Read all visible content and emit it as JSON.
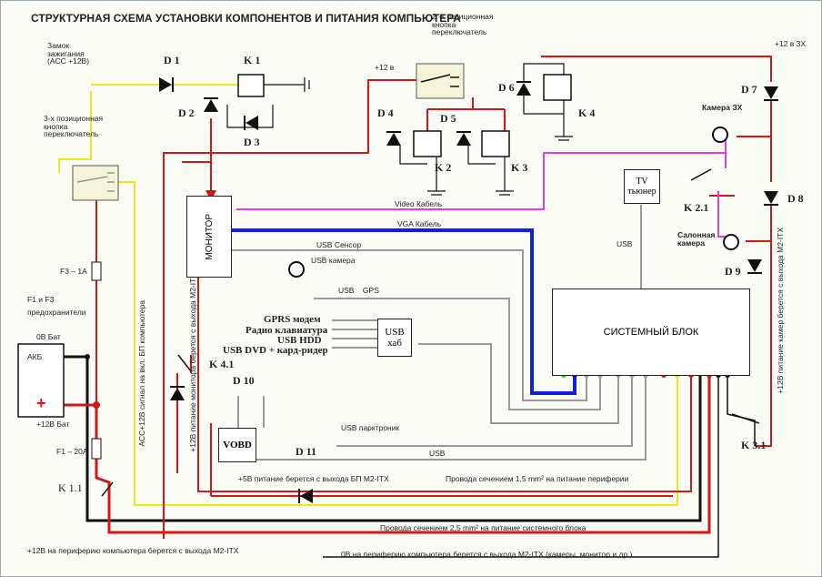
{
  "title": "СТРУКТУРНАЯ СХЕМА УСТАНОВКИ КОМПОНЕНТОВ И ПИТАНИЯ КОМПЬЮТЕРА",
  "colors": {
    "power_plus": "#e02020",
    "ground": "#111111",
    "ignition": "#f0e61e",
    "video": "#e040e0",
    "vga": "#1020e0",
    "usb": "#999999"
  },
  "labels": {
    "ignition_lock": "Замок\nзажигания\n(ACC +12В)",
    "switch2": "2 -х позиционная\nкнопка\nпереключатель",
    "switch3": "3-х позиционная\nкнопка\nпереключатель",
    "plus12v_3x": "+12 в 3Х",
    "plus12v": "+12 в",
    "fuse_f3": "F3 – 1A",
    "fuse_note": "F1 и F3\nпредохранители",
    "batt_0v": "0В Бат",
    "batt_12v": "+12В Бат",
    "batt_name": "АКБ",
    "fuse_f1": "F1 – 20A",
    "k11": "K 1.1",
    "acc_signal": "ACC+12В сигнал на вкл. БП компьютера",
    "monitor_power": "+12В питание монитора берется с выхода M2-ITX",
    "camera3x": "Камера ЗХ",
    "tv_tuner": "TV\nтьюнер",
    "k21": "K 2.1",
    "cabin_camera": "Салонная\nкамера",
    "cam_power": "+12В питание камер берется с выхода M2-ITX",
    "system_unit": "СИСТЕМНЫЙ БЛОК",
    "monitor": "МОНИТОР",
    "video_cable": "Video Кабель",
    "vga_cable": "VGA Кабель",
    "usb_sensor": "USB Сенсор",
    "usb_camera": "USB камера",
    "usb_gps": "USB    GPS",
    "usb": "USB",
    "usb_hub": "USB\nхаб",
    "gprs": "GPRS модем",
    "radio_kb": "Радио клавиатура",
    "usb_hdd": "USB HDD",
    "usb_dvd": "USB DVD + кард-ридер",
    "k41": "K 4.1",
    "vobd": "VOBD",
    "usb_parktronic": "USB парктроник",
    "usb_bottom": "USB",
    "plus5v": "+5В питание  берется с выхода БП M2-ITX",
    "wire15": "Провода сечением 1,5 mm² на питание периферии",
    "wire25": "Провода сечением 2,5 mm² на питание системного блока",
    "periph12": "+12В на периферию компьютера берется с выхода M2-ITX",
    "periph0": "0В на периферию компьютера берется с выхода M2-ITX (камеры, монитор  и др.)",
    "k31": "K 3.1"
  },
  "components": {
    "D1": "D 1",
    "D2": "D 2",
    "D3": "D 3",
    "D4": "D 4",
    "D5": "D 5",
    "D6": "D 6",
    "D7": "D 7",
    "D8": "D 8",
    "D9": "D 9",
    "D10": "D 10",
    "D11": "D 11",
    "K1": "K 1",
    "K2": "K 2",
    "K3": "K 3",
    "K4": "K 4"
  }
}
